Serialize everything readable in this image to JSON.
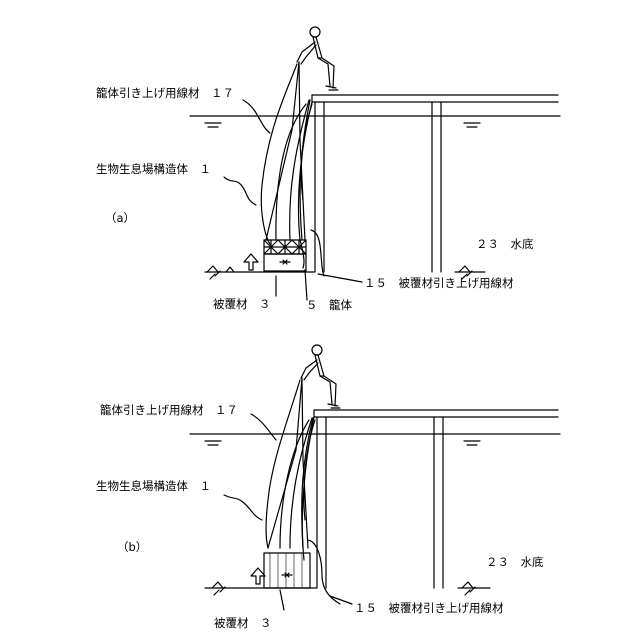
{
  "figures": [
    {
      "id": "a",
      "panel_label": "（a）",
      "cage_lift_wire": "籠体引き上げ用線材　１７",
      "habitat_structure": "生物生息場構造体　１",
      "water_bottom": "２３　水底",
      "cover_lift_wire": "１５　被覆材引き上げ用線材",
      "cover_material": "被覆材　３",
      "cage_body": "５　籠体"
    },
    {
      "id": "b",
      "panel_label": "（b）",
      "cage_lift_wire": "籠体引き上げ用線材　１７",
      "habitat_structure": "生物生息場構造体　１",
      "water_bottom": "２３　水底",
      "cover_lift_wire": "１５　被覆材引き上げ用線材",
      "cover_material": "被覆材　３"
    }
  ],
  "colors": {
    "ink": "#000000",
    "background": "#ffffff"
  }
}
